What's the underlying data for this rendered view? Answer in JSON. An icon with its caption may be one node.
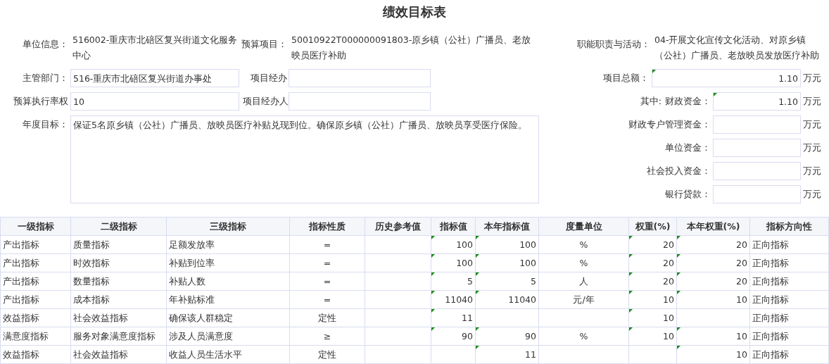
{
  "diagram": {
    "title": "绩效目标表",
    "nodes": [
      {
        "text": [
          "516-重庆市北碚区复兴街道办事处"
        ],
        "beside": [
          "主管部门："
        ]
      },
      {
        "text": [],
        "shape": "box",
        "beside": [
          "项目经办"
        ]
      },
      {
        "text": [
          "1.10"
        ],
        "beside": [
          "项目总额：",
          "万元"
        ]
      },
      {
        "text": [
          "10"
        ],
        "beside": [
          "预算执行率权"
        ]
      },
      {
        "text": [],
        "shape": "box",
        "beside": [
          "项目经办人"
        ]
      },
      {
        "text": [
          "1.10"
        ],
        "beside": [
          "其中:",
          "财政资金：",
          "万元"
        ]
      },
      {
        "text": [
          "保证5名原乡镇（公社）广播员、放映员医疗补贴兑现到位。确保原乡镇（公社）广播员、放映员享受医疗保险。"
        ],
        "beside": [
          "年度目标："
        ]
      },
      {
        "text": [],
        "shape": "box",
        "beside": [
          "财政专户管理资金：",
          "万元"
        ]
      },
      {
        "text": [],
        "shape": "box",
        "beside": [
          "单位资金：",
          "万元"
        ]
      },
      {
        "text": [],
        "shape": "box",
        "beside": [
          "社会投入资金：",
          "万元"
        ]
      },
      {
        "text": [],
        "shape": "box",
        "beside": [
          "银行贷款：",
          "万元"
        ]
      }
    ],
    "labels": [
      "单位信息：",
      "516002-重庆市北碚区复兴街道文化服务中心",
      "预算项目：",
      "50010922T000000091803-原乡镇（公社）广播员、老放映员医疗补助",
      "职能职责与活动：",
      "04-开展文化宣传文化活动、对原乡镇（公社）广播员、老放映员发放医疗补助",
      "一级指标",
      "二级指标",
      "三级指标",
      "指标性质",
      "历史参考值",
      "指标值",
      "本年指标值",
      "度量单位",
      "权重(%)",
      "本年权重(%)",
      "指标方向性",
      "产出指标",
      "质量指标",
      "足额发放率",
      "=",
      "100",
      "100",
      "%",
      "20",
      "20",
      "正向指标",
      "产出指标",
      "时效指标",
      "补贴到位率",
      "=",
      "100",
      "100",
      "%",
      "20",
      "20",
      "正向指标",
      "产出指标",
      "数量指标",
      "补贴人数",
      "=",
      "5",
      "5",
      "人",
      "20",
      "20",
      "正向指标",
      "产出指标",
      "成本指标",
      "年补贴标准",
      "=",
      "11040",
      "11040",
      "元/年",
      "10",
      "10",
      "正向指标",
      "效益指标",
      "社会效益指标",
      "确保该人群稳定",
      "定性",
      "11",
      "10",
      "正向指标",
      "满意度指标",
      "服务对象满意度指标",
      "涉及人员满意度",
      "≥",
      "90",
      "90",
      "%",
      "10",
      "10",
      "正向指标",
      "效益指标",
      "社会效益指标",
      "收益人员生活水平",
      "定性",
      "11",
      "10",
      "正向指标"
    ]
  }
}
